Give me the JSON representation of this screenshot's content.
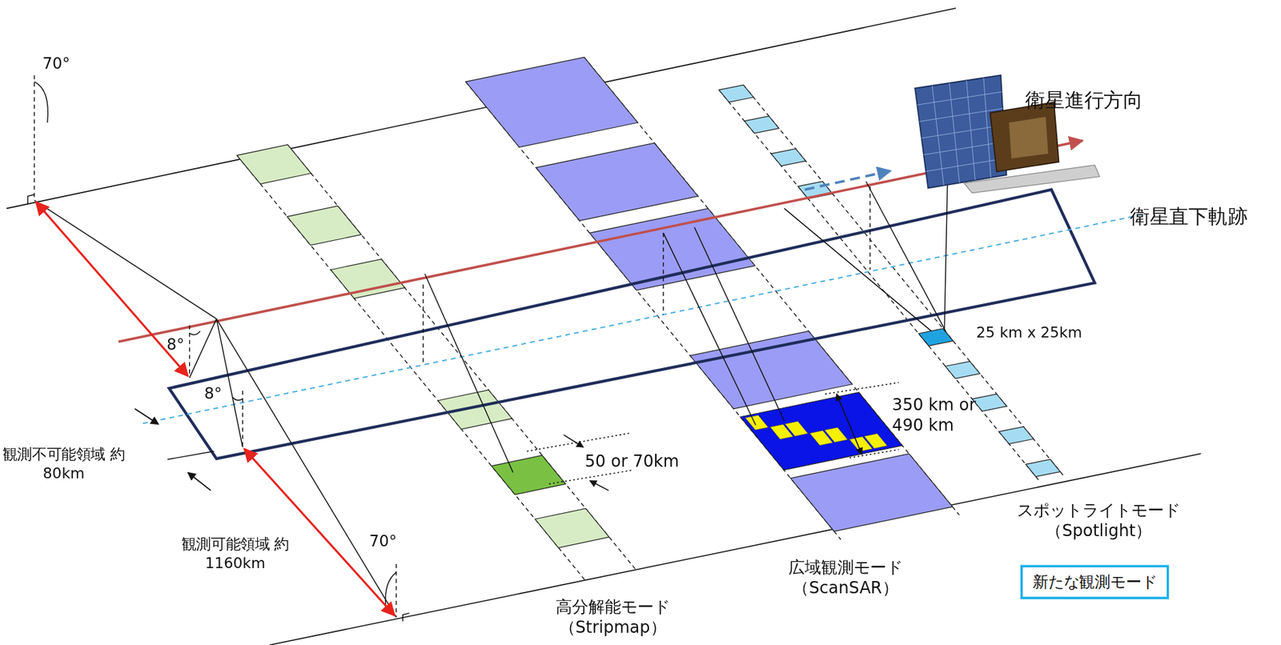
{
  "diagram": {
    "nodes": [
      {
        "text": [
          "新たな観測モード"
        ]
      }
    ],
    "labels": [
      "衛星進行方向",
      "衛星直下軌跡",
      "25 km x 25km",
      "350 km or 490 km",
      "50 or 70km",
      "70°",
      "8°",
      "8°",
      "観測不可能領域 約80km",
      "観測可能領域 約1160km",
      "70°",
      "高分解能モード （Stripmap）",
      "広域観測モード （ScanSAR）",
      "スポットライトモード （Spotlight）"
    ]
  }
}
